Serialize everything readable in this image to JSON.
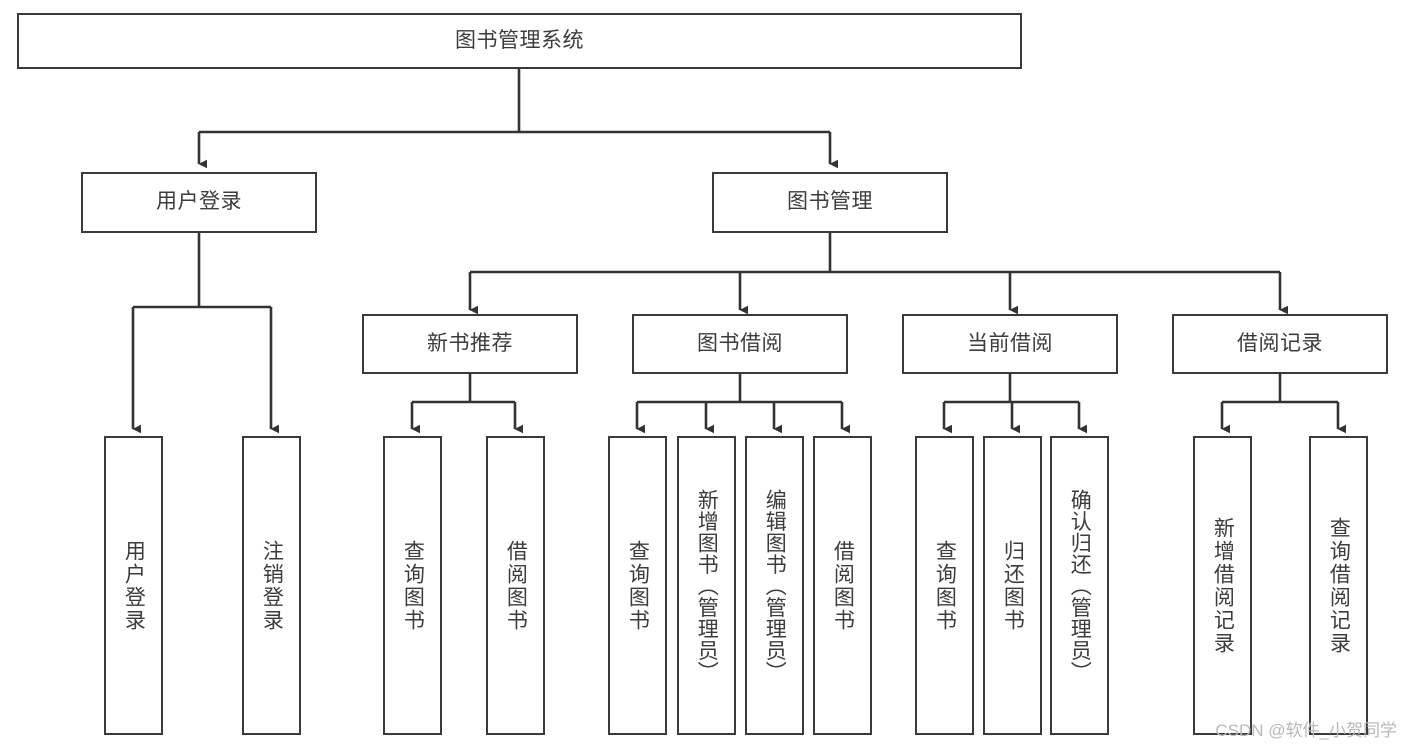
{
  "diagram": {
    "title": "图书管理系统",
    "type": "tree-hierarchy-flowchart",
    "watermark": "CSDN @软件_小贺同学",
    "colors": {
      "node_border": "#3a3a3a",
      "node_fill": "#ffffff",
      "edge": "#333333",
      "text": "#3c3c3c",
      "watermark": "#b9b9b9",
      "background": "#ffffff"
    },
    "root": {
      "id": "root",
      "label": "图书管理系统",
      "orientation": "horizontal"
    },
    "level2": [
      {
        "id": "user-login",
        "label": "用户登录",
        "orientation": "horizontal"
      },
      {
        "id": "book-management",
        "label": "图书管理",
        "orientation": "horizontal"
      }
    ],
    "level3": [
      {
        "id": "new-book-recommend",
        "label": "新书推荐",
        "orientation": "horizontal",
        "parent": "book-management"
      },
      {
        "id": "book-borrow",
        "label": "图书借阅",
        "orientation": "horizontal",
        "parent": "book-management"
      },
      {
        "id": "current-borrow",
        "label": "当前借阅",
        "orientation": "horizontal",
        "parent": "book-management"
      },
      {
        "id": "borrow-record",
        "label": "借阅记录",
        "orientation": "horizontal",
        "parent": "book-management"
      }
    ],
    "leaves": [
      {
        "id": "leaf-user-login",
        "label": "用户登录",
        "parent": "user-login",
        "orientation": "vertical"
      },
      {
        "id": "leaf-user-logout",
        "label": "注销登录",
        "parent": "user-login",
        "orientation": "vertical"
      },
      {
        "id": "leaf-query-book-1",
        "label": "查询图书",
        "parent": "new-book-recommend",
        "orientation": "vertical"
      },
      {
        "id": "leaf-borrow-book-1",
        "label": "借阅图书",
        "parent": "new-book-recommend",
        "orientation": "vertical"
      },
      {
        "id": "leaf-query-book-2",
        "label": "查询图书",
        "parent": "book-borrow",
        "orientation": "vertical"
      },
      {
        "id": "leaf-add-book",
        "label": "新增图书（管理员）",
        "parent": "book-borrow",
        "orientation": "vertical"
      },
      {
        "id": "leaf-edit-book",
        "label": "编辑图书（管理员）",
        "parent": "book-borrow",
        "orientation": "vertical"
      },
      {
        "id": "leaf-borrow-book-2",
        "label": "借阅图书",
        "parent": "book-borrow",
        "orientation": "vertical"
      },
      {
        "id": "leaf-query-book-3",
        "label": "查询图书",
        "parent": "current-borrow",
        "orientation": "vertical"
      },
      {
        "id": "leaf-return-book",
        "label": "归还图书",
        "parent": "current-borrow",
        "orientation": "vertical"
      },
      {
        "id": "leaf-confirm-return",
        "label": "确认归还（管理员）",
        "parent": "current-borrow",
        "orientation": "vertical"
      },
      {
        "id": "leaf-add-record",
        "label": "新增借阅记录",
        "parent": "borrow-record",
        "orientation": "vertical"
      },
      {
        "id": "leaf-query-record",
        "label": "查询借阅记录",
        "parent": "borrow-record",
        "orientation": "vertical"
      }
    ]
  }
}
